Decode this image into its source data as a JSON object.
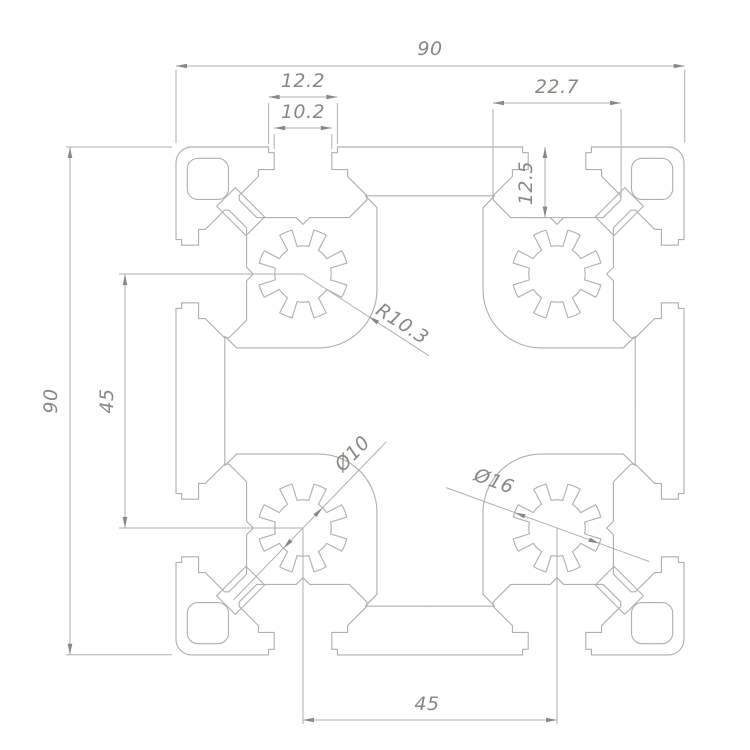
{
  "colors": {
    "background": "#ffffff",
    "line": "#b3afab",
    "text": "#8b8783"
  },
  "drawing": {
    "type": "extrusion-profile-cross-section",
    "dimensions": {
      "overall_width": "90",
      "overall_height": "90",
      "slot_recess_width": "12.2",
      "slot_opening_width": "10.2",
      "slot_cavity_width": "22.7",
      "slot_depth": "12.5",
      "corner_block_radius": "R10.3",
      "bore_center_spacing_vertical": "45",
      "bore_center_spacing_horizontal": "45",
      "spline_bore_inner_diameter": "Ø10",
      "spline_bore_outer_diameter": "Ø16"
    }
  }
}
